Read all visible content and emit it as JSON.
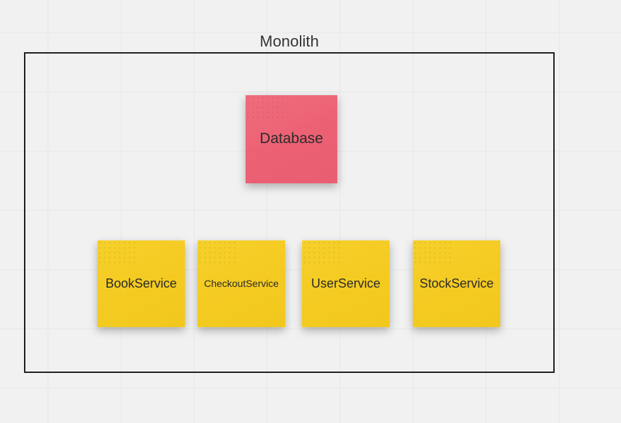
{
  "canvas": {
    "background_color": "#f1f1f1",
    "grid_line_color": "#e8e8e8"
  },
  "diagram": {
    "container": {
      "title": "Monolith",
      "border_color": "#1f1f1f"
    },
    "notes": [
      {
        "id": "database",
        "label": "Database",
        "color": "#ec6073",
        "kind": "datastore"
      },
      {
        "id": "bookservice",
        "label": "BookService",
        "color": "#f4cb22",
        "kind": "service"
      },
      {
        "id": "checkoutservice",
        "label": "CheckoutService",
        "color": "#f4cb22",
        "kind": "service"
      },
      {
        "id": "userservice",
        "label": "UserService",
        "color": "#f4cb22",
        "kind": "service"
      },
      {
        "id": "stockservice",
        "label": "StockService",
        "color": "#f4cb22",
        "kind": "service"
      }
    ]
  }
}
